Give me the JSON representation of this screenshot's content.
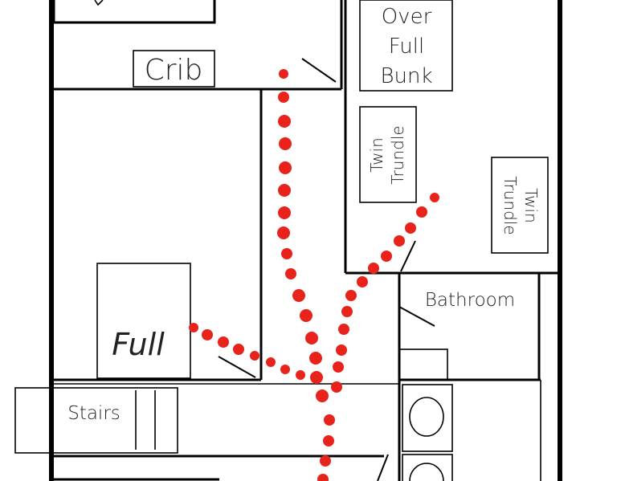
{
  "labels": {
    "crib": "Crib",
    "over_full_bunk": [
      "Over",
      "Full",
      "Bunk"
    ],
    "twin_trundle_1": [
      "Twin",
      "Trundle"
    ],
    "twin_trundle_2": [
      "Twin",
      "Trundle"
    ],
    "bathroom": "Bathroom",
    "full": "Full",
    "stairs": "Stairs"
  },
  "colors": {
    "walls": "#000000",
    "escape_route": "#e8231b",
    "background": "#ffffff"
  }
}
